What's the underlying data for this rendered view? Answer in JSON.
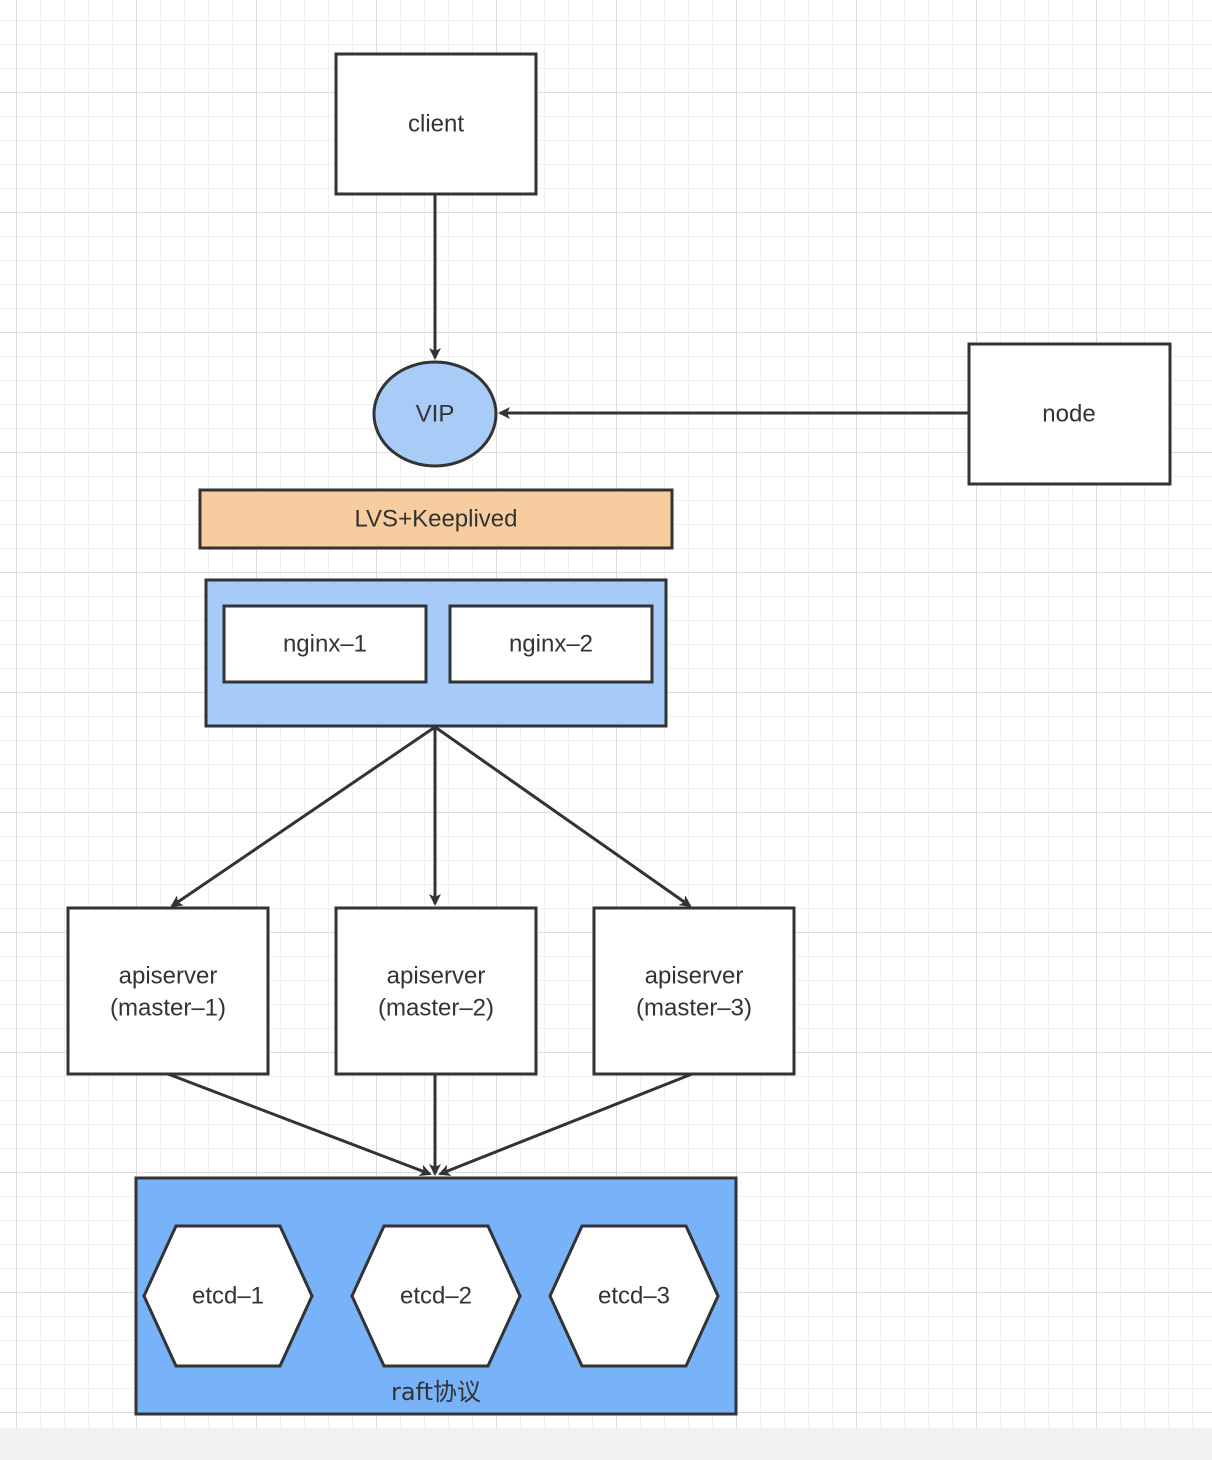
{
  "nodes": {
    "client": "client",
    "vip": "VIP",
    "node": "node",
    "lvs": "LVS+Keeplived",
    "nginx_1": "nginx–1",
    "nginx_2": "nginx–2",
    "apiserver_1": {
      "line1": "apiserver",
      "line2": "(master–1)"
    },
    "apiserver_2": {
      "line1": "apiserver",
      "line2": "(master–2)"
    },
    "apiserver_3": {
      "line1": "apiserver",
      "line2": "(master–3)"
    },
    "etcd_1": "etcd–1",
    "etcd_2": "etcd–2",
    "etcd_3": "etcd–3",
    "etcd_cluster_label": "raft协议"
  },
  "colors": {
    "vip_fill": "#a8cbf8",
    "lvs_fill": "#f7cd9f",
    "nginx_group_fill": "#a6cbf8",
    "etcd_group_fill": "#78b2f8",
    "stroke": "#333333",
    "box_fill": "#ffffff"
  }
}
